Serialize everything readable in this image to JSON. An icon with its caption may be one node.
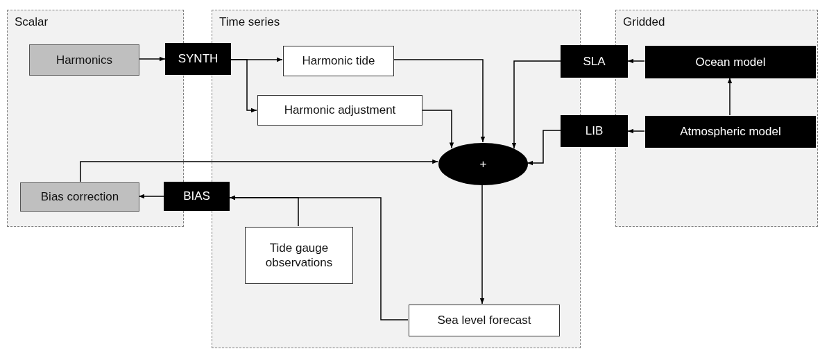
{
  "diagram": {
    "nodes": [
      {
        "text": [
          "Scalar"
        ]
      },
      {
        "text": [
          "Time series"
        ]
      },
      {
        "text": [
          "Gridded"
        ]
      },
      {
        "text": [
          "Harmonics"
        ],
        "in": 0
      },
      {
        "text": [
          "SYNTH"
        ]
      },
      {
        "text": [
          "Harmonic tide"
        ],
        "in": 1
      },
      {
        "text": [
          "Harmonic adjustment"
        ],
        "in": 1
      },
      {
        "text": [
          "+"
        ],
        "in": 1
      },
      {
        "text": [
          "SLA"
        ]
      },
      {
        "text": [
          "Ocean model"
        ],
        "in": 2
      },
      {
        "text": [
          "LIB"
        ]
      },
      {
        "text": [
          "Atmospheric model"
        ],
        "in": 2
      },
      {
        "text": [
          "Bias correction"
        ],
        "in": 0
      },
      {
        "text": [
          "BIAS"
        ]
      },
      {
        "text": [
          "Tide gauge observations"
        ],
        "in": 1
      },
      {
        "text": [
          "Sea level forecast"
        ],
        "in": 1
      }
    ],
    "edges": [
      {
        "from": 3,
        "to": 4,
        "arrow": "to"
      },
      {
        "from": 4,
        "to": 5,
        "arrow": "to"
      },
      {
        "from": 4,
        "to": 6,
        "arrow": "to"
      },
      {
        "from": 5,
        "to": 7,
        "arrow": "to"
      },
      {
        "from": 6,
        "to": 7,
        "arrow": "to"
      },
      {
        "from": 8,
        "to": 7,
        "arrow": "to"
      },
      {
        "from": 10,
        "to": 7,
        "arrow": "to"
      },
      {
        "from": 12,
        "to": 7,
        "arrow": "to"
      },
      {
        "from": 9,
        "to": 8,
        "arrow": "to"
      },
      {
        "from": 11,
        "to": 10,
        "arrow": "to"
      },
      {
        "from": 11,
        "to": 9,
        "arrow": "to"
      },
      {
        "from": 7,
        "to": 15,
        "arrow": "to"
      },
      {
        "from": 15,
        "to": 13,
        "arrow": "to"
      },
      {
        "from": 14,
        "to": 13,
        "arrow": "to"
      },
      {
        "from": 13,
        "to": 12,
        "arrow": "to"
      }
    ]
  }
}
